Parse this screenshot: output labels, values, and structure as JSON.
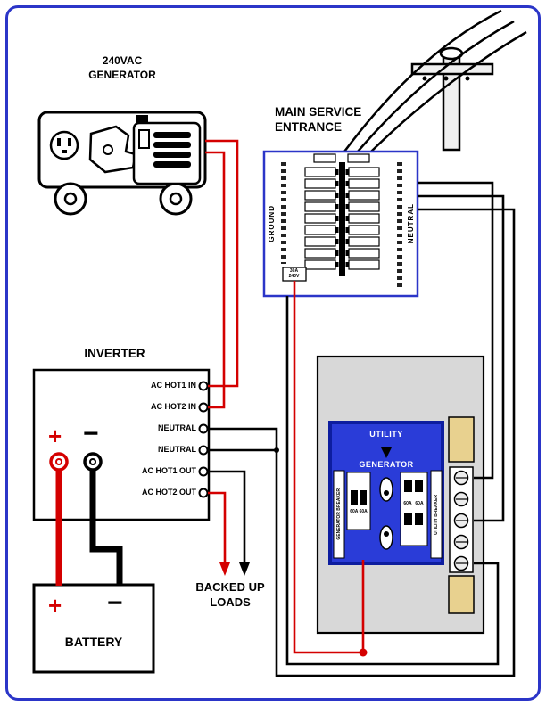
{
  "colors": {
    "frame_blue": "#2b35c8",
    "panel_border_blue": "#2b35c8",
    "switch_blue": "#2a3cd8",
    "wire_hot_red": "#d40000",
    "wire_black": "#000000",
    "enclosure_gray": "#d8d8d8",
    "lug_tan": "#e8d18f"
  },
  "generator": {
    "title_line1": "240VAC",
    "title_line2": "GENERATOR"
  },
  "service_entrance": {
    "title_line1": "MAIN SERVICE",
    "title_line2": "ENTRANCE",
    "ground_bus": "GROUND",
    "neutral_bus": "NEUTRAL",
    "backfeed_breaker_line1": "30A",
    "backfeed_breaker_line2": "240V"
  },
  "inverter": {
    "title": "INVERTER",
    "terminals": [
      "AC HOT1 IN",
      "AC HOT2 IN",
      "NEUTRAL",
      "NEUTRAL",
      "AC HOT1 OUT",
      "AC HOT2 OUT"
    ],
    "dc_positive": "+",
    "dc_negative": "−"
  },
  "battery": {
    "title": "BATTERY",
    "positive": "+",
    "negative": "−"
  },
  "transfer_switch": {
    "position_utility": "UTILITY",
    "position_generator": "GENERATOR",
    "left_strip_label": "GENERATOR BREAKER",
    "right_strip_label": "UTILITY BREAKER",
    "amp_left": "60A 60A",
    "amp_right_1": "60A",
    "amp_right_2": "60A"
  },
  "backed_up_loads": {
    "line1": "BACKED UP",
    "line2": "LOADS"
  }
}
